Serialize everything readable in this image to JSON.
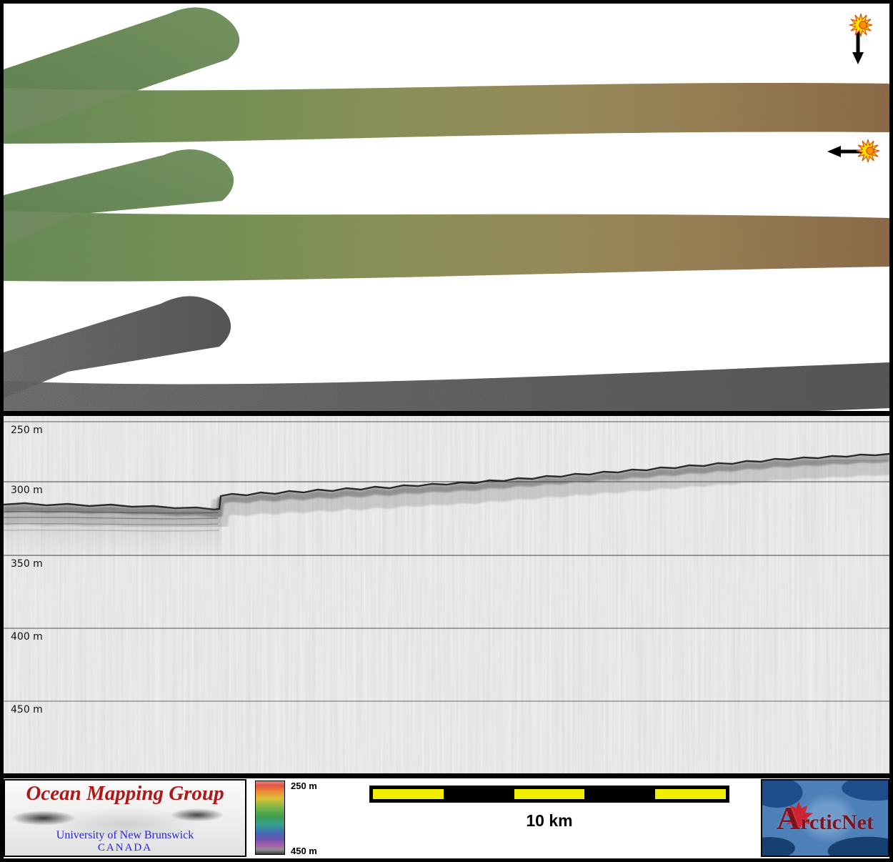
{
  "colors": {
    "swath_green": "#5e8a4c",
    "swath_olive": "#8a914d",
    "swath_brown": "#8a6038",
    "backscatter_gray": "#686868",
    "omg_title_red": "#b01818",
    "omg_text_blue": "#2424d8",
    "arcticnet_red": "#7d1420",
    "arcticnet_blue": "#4d80b8",
    "scalebar_yellow": "#f2ee00",
    "sun_yellow": "#ffdf00"
  },
  "swath_panel": {
    "icons": [
      {
        "name": "sun-with-down-arrow"
      },
      {
        "name": "sun-with-left-arrow"
      }
    ]
  },
  "echogram": {
    "depth_labels": [
      "250 m",
      "300 m",
      "350 m",
      "400 m",
      "450 m"
    ],
    "depth_range_m": [
      250,
      450
    ]
  },
  "footer": {
    "omg": {
      "title": "Ocean Mapping Group",
      "university": "University of New Brunswick",
      "country": "CANADA"
    },
    "colorbar": {
      "top_label": "250 m",
      "bottom_label": "450 m"
    },
    "scalebar": {
      "label": "10 km",
      "segments": 5,
      "segment_colors": [
        "#f2ee00",
        "#000000",
        "#f2ee00",
        "#000000",
        "#f2ee00"
      ]
    },
    "arcticnet": {
      "name": "ArcticNet"
    }
  }
}
